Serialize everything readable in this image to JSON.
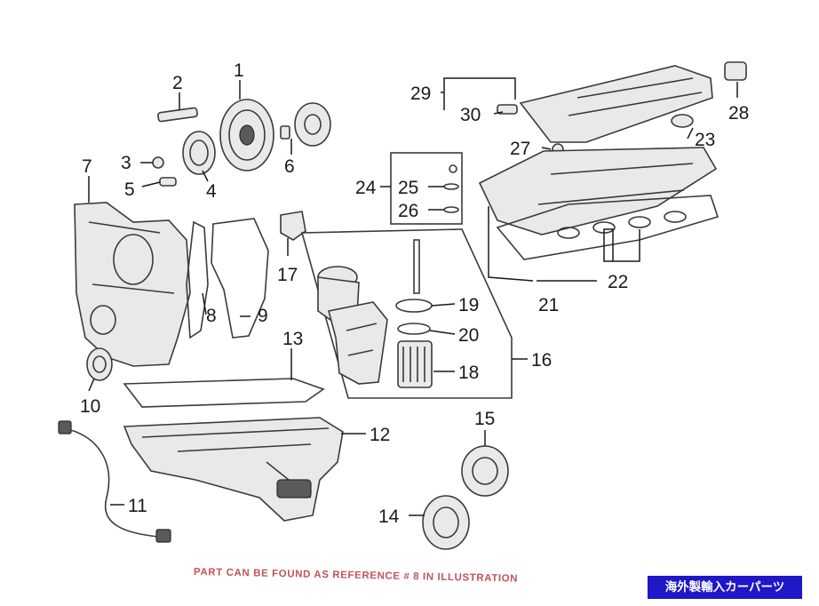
{
  "diagram": {
    "callouts": {
      "n1": "1",
      "n2": "2",
      "n3": "3",
      "n4": "4",
      "n5": "5",
      "n6": "6",
      "n7": "7",
      "n8": "8",
      "n9": "9",
      "n10": "10",
      "n11": "11",
      "n12": "12",
      "n13": "13",
      "n14": "14",
      "n15": "15",
      "n16": "16",
      "n17": "17",
      "n18": "18",
      "n19": "19",
      "n20": "20",
      "n21": "21",
      "n22": "22",
      "n23": "23",
      "n24": "24",
      "n25": "25",
      "n26": "26",
      "n27": "27",
      "n28": "28",
      "n29": "29",
      "n30": "30"
    }
  },
  "footer": {
    "note": "PART CAN BE FOUND AS REFERENCE # 8 IN ILLUSTRATION",
    "badge": "海外製輸入カーパーツ"
  },
  "colors": {
    "note": "#c2545a",
    "badge_bg": "#1f17c8",
    "badge_text": "#ffffff",
    "line": "#3a3a3a"
  }
}
